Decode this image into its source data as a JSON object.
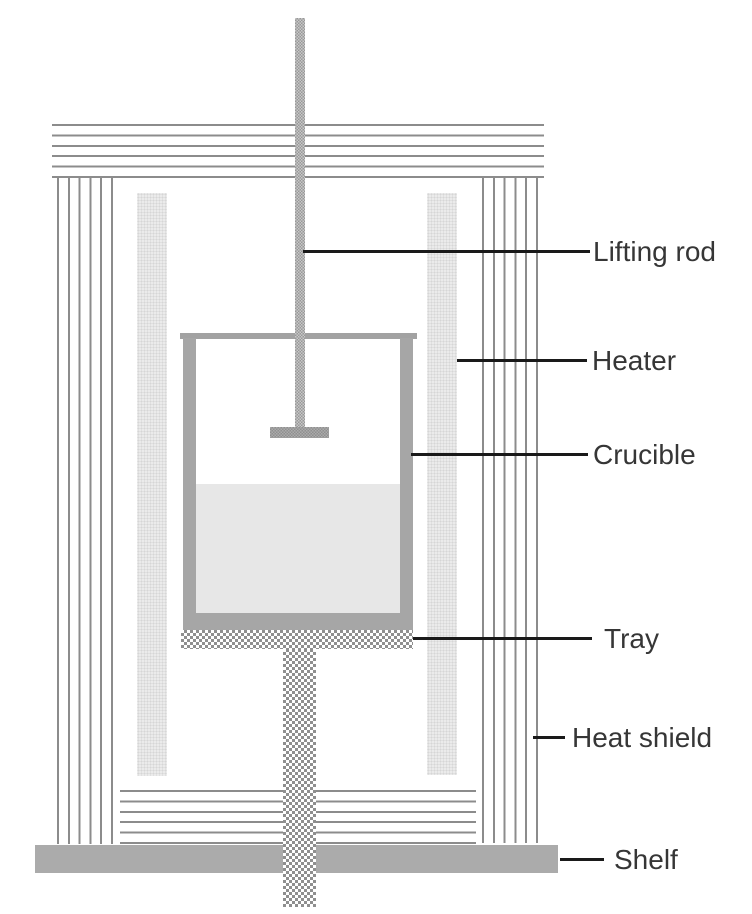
{
  "diagram": {
    "labels": {
      "lifting_rod": "Lifting rod",
      "heater": "Heater",
      "crucible": "Crucible",
      "tray": "Tray",
      "heat_shield": "Heat shield",
      "shelf": "Shelf"
    },
    "colors": {
      "shield_line": "#8c8c8c",
      "heater_fill": "#ebebeb",
      "heater_dot": "#d6d6d6",
      "crucible_wall": "#a6a6a6",
      "crucible_rim": "#a2a2a2",
      "melt_fill": "#e7e7e7",
      "rod_dark": "#989898",
      "rod_light": "#c8c8c8",
      "tray_dark": "#8f8f8f",
      "seed_dark": "#8f8f8f",
      "seed_light": "#ababab",
      "shelf_fill": "#ababab",
      "leader_line": "#1a1a1a",
      "label_text": "#363636",
      "background": "#ffffff"
    }
  }
}
